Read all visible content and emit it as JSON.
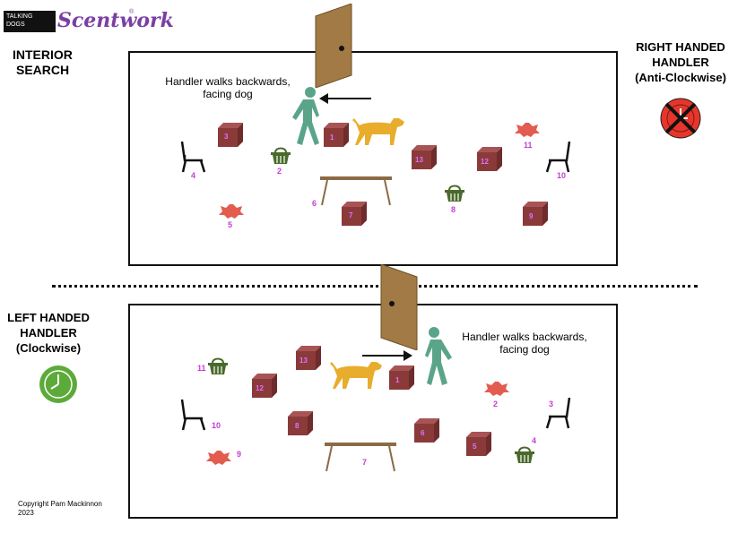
{
  "logo": {
    "talking": "TALKING",
    "dogs": "DOGS",
    "brand": "Scentwork",
    "reg": "®"
  },
  "title_top": {
    "line1": "INTERIOR",
    "line2": "SEARCH"
  },
  "right_label": {
    "line1": "RIGHT HANDED",
    "line2": "HANDLER",
    "line3": "(Anti-Clockwise)"
  },
  "left_label": {
    "line1": "LEFT HANDED",
    "line2": "HANDLER",
    "line3": "(Clockwise)"
  },
  "caption_top": {
    "line1": "Handler walks backwards,",
    "line2": "facing dog"
  },
  "caption_bottom": {
    "line1": "Handler walks backwards,",
    "line2": "facing dog"
  },
  "top_numbers": {
    "box1": "1",
    "box3": "3",
    "basket2": "2",
    "chair4": "4",
    "rug5": "5",
    "table6": "6",
    "box7": "7",
    "basket8": "8",
    "box9": "9",
    "chair10": "10",
    "rug11": "11",
    "box12": "12",
    "box13": "13"
  },
  "bottom_numbers": {
    "box1": "1",
    "rug2": "2",
    "chair3": "3",
    "basket4": "4",
    "box5": "5",
    "box6": "6",
    "table7": "7",
    "box8": "8",
    "rug9": "9",
    "chair10": "10",
    "basket11": "11",
    "box12": "12",
    "box13": "13"
  },
  "copyright": {
    "line1": "Copyright Pam Mackinnon",
    "line2": "2023"
  },
  "colors": {
    "box": "#8b3a3a",
    "box_top": "#a85454",
    "basket": "#4a6a2c",
    "rug": "#e25c4f",
    "table": "#8b6b45",
    "door": "#a27a45",
    "handler": "#5aa58a",
    "dog": "#e8ad2c",
    "clock": "#5cab3a",
    "no_sign": "#e6362b"
  }
}
